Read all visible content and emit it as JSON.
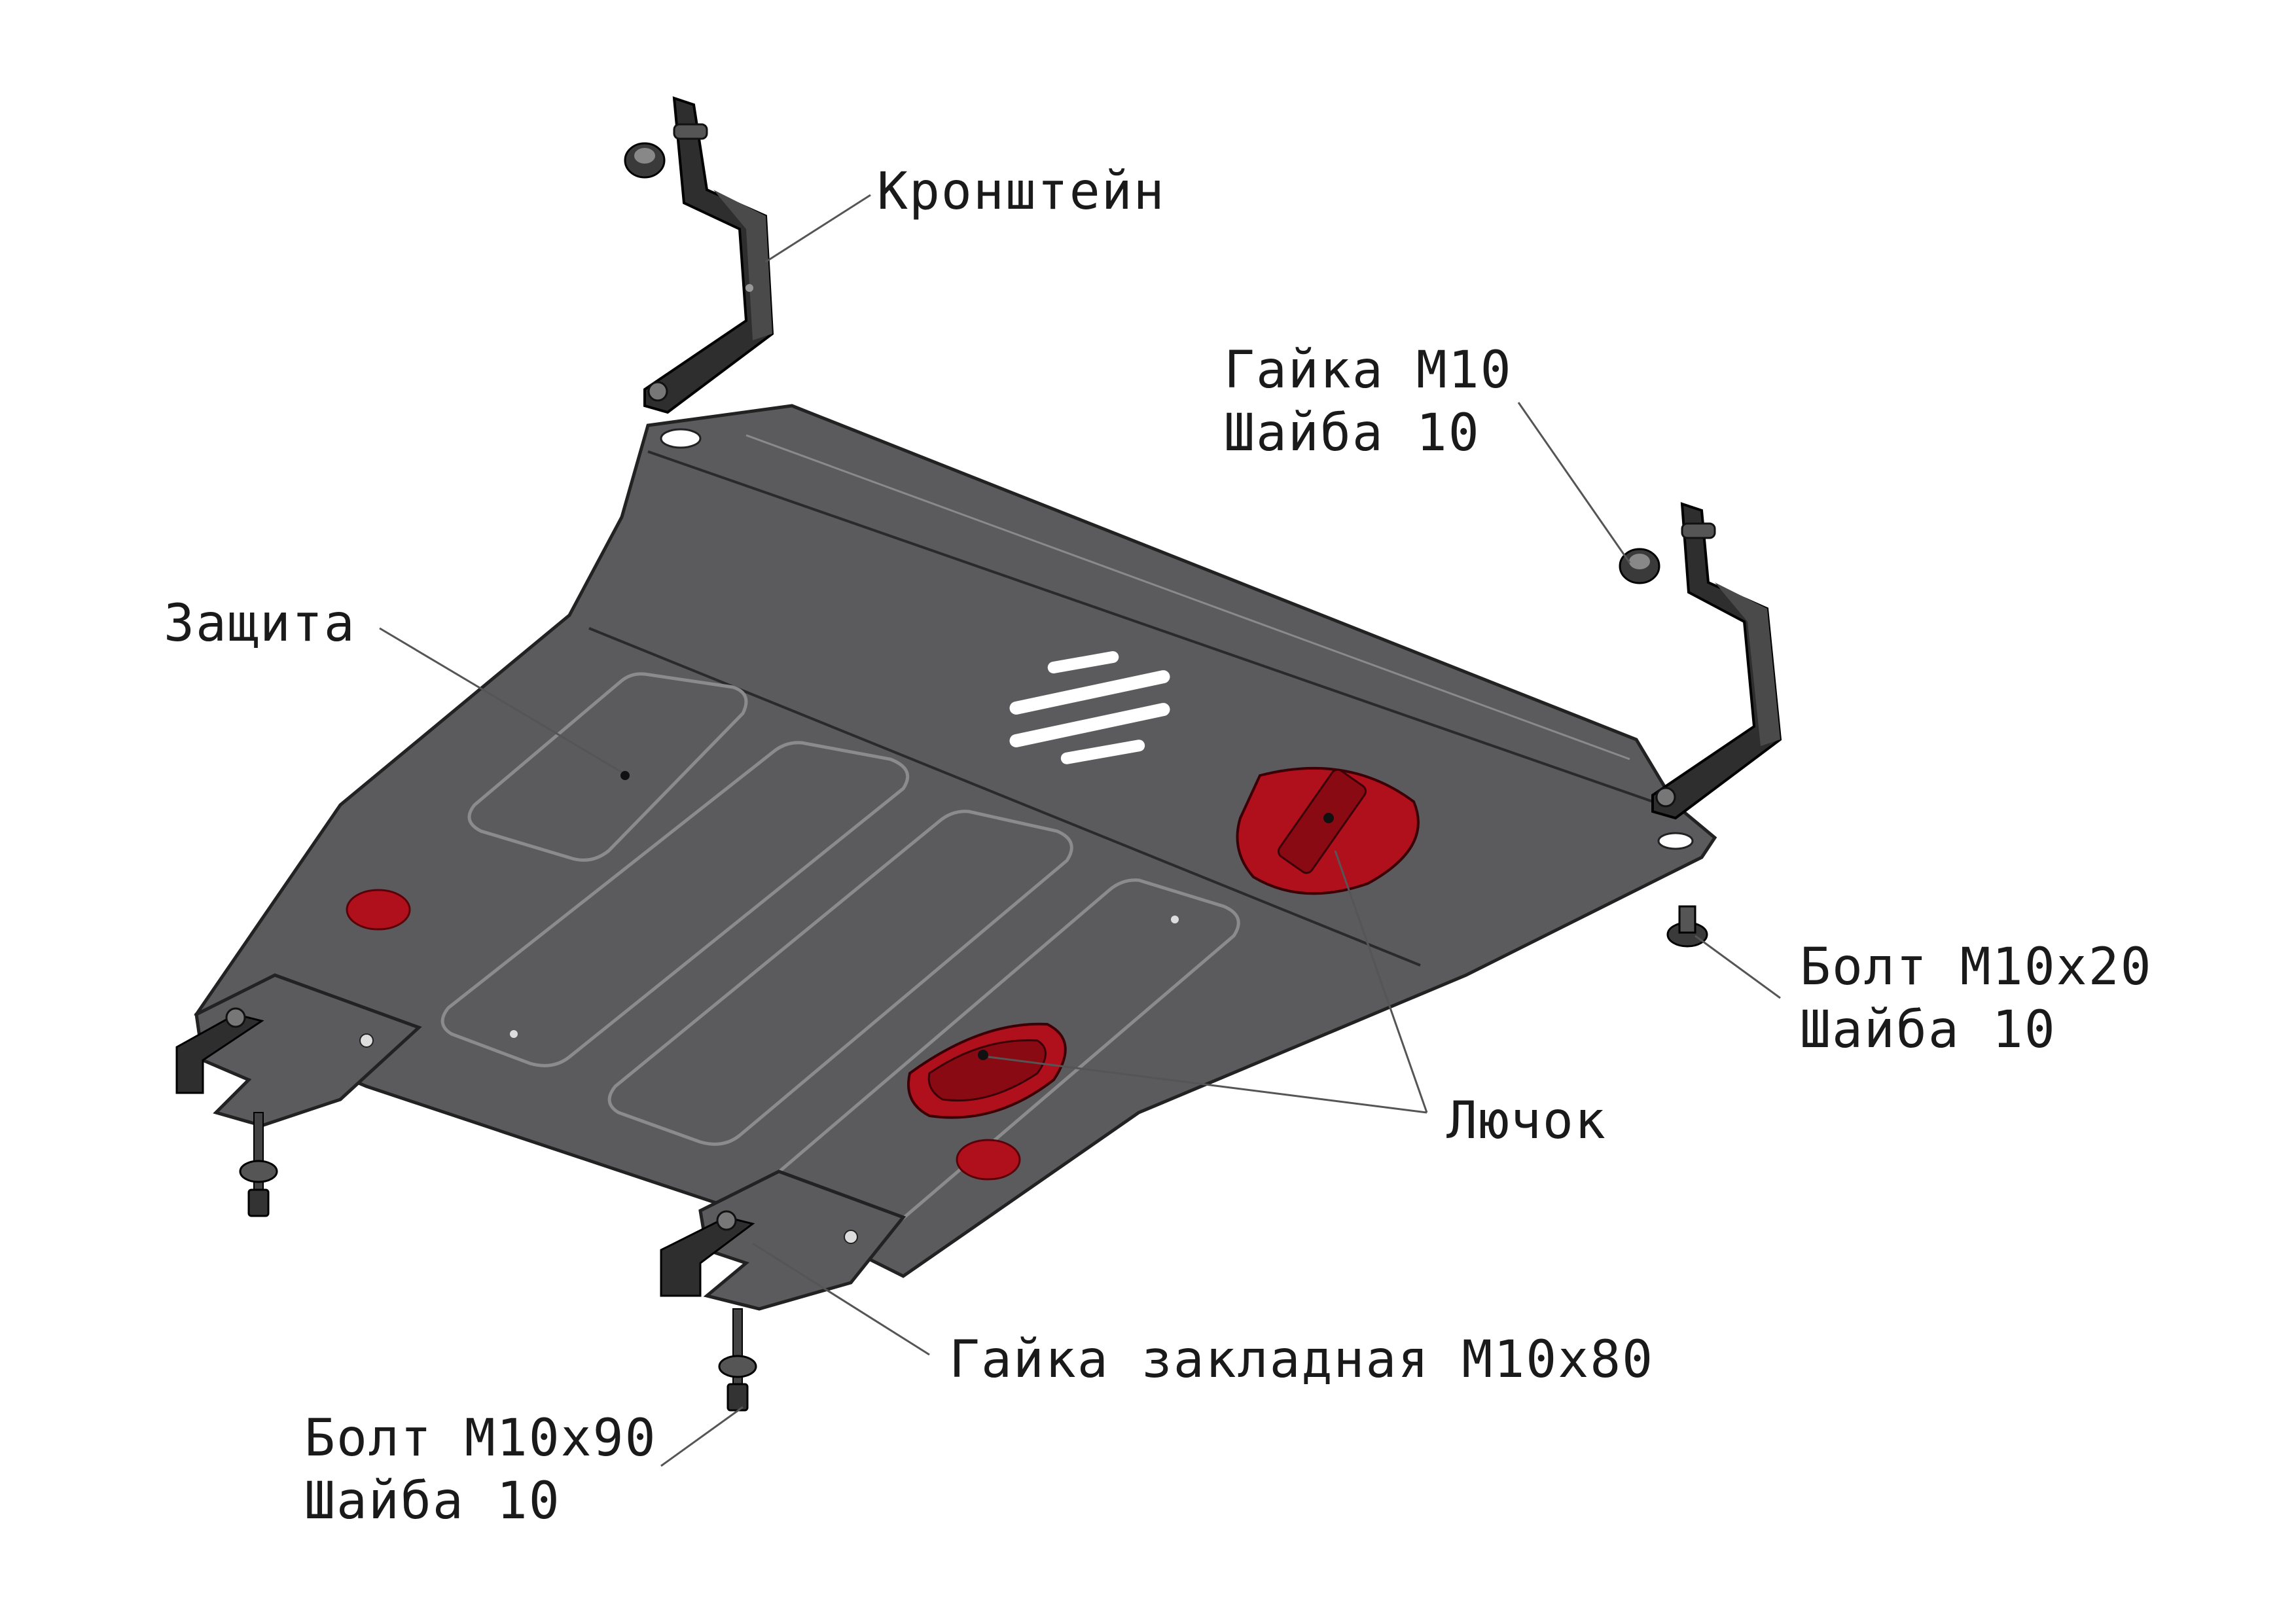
{
  "diagram": {
    "labels": {
      "bracket": "Кронштейн",
      "nut_m10": "Гайка М10",
      "washer_top": "Шайба 10",
      "guard": "Защита",
      "bolt_m10x20": "Болт М10х20",
      "washer_right": "Шайба 10",
      "hatch": "Лючок",
      "embedded_nut": "Гайка закладная М10х80",
      "bolt_m10x90": "Болт М10х90",
      "washer_bottom": "Шайба 10"
    },
    "colors": {
      "plate": "#5b5b5e",
      "plate_edge": "#2a2a2a",
      "bracket": "#2e2e2e",
      "hatch_red": "#b0101c",
      "leader": "#555555",
      "background": "#ffffff"
    }
  }
}
